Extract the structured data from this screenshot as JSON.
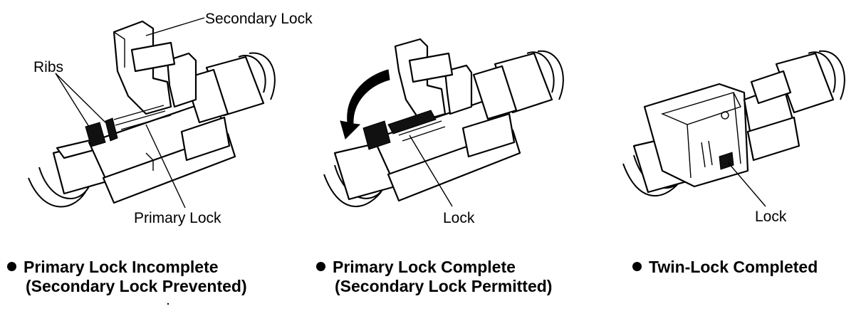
{
  "panels": [
    {
      "labels": {
        "secondary_lock": "Secondary Lock",
        "ribs": "Ribs",
        "primary_lock": "Primary Lock"
      },
      "caption": {
        "line1": "Primary Lock Incomplete",
        "line2": "(Secondary Lock Prevented)"
      }
    },
    {
      "labels": {
        "lock": "Lock"
      },
      "caption": {
        "line1": "Primary Lock Complete",
        "line2": "(Secondary Lock Permitted)"
      }
    },
    {
      "labels": {
        "lock": "Lock"
      },
      "caption": {
        "line1": "Twin-Lock Completed",
        "line2": ""
      }
    }
  ]
}
